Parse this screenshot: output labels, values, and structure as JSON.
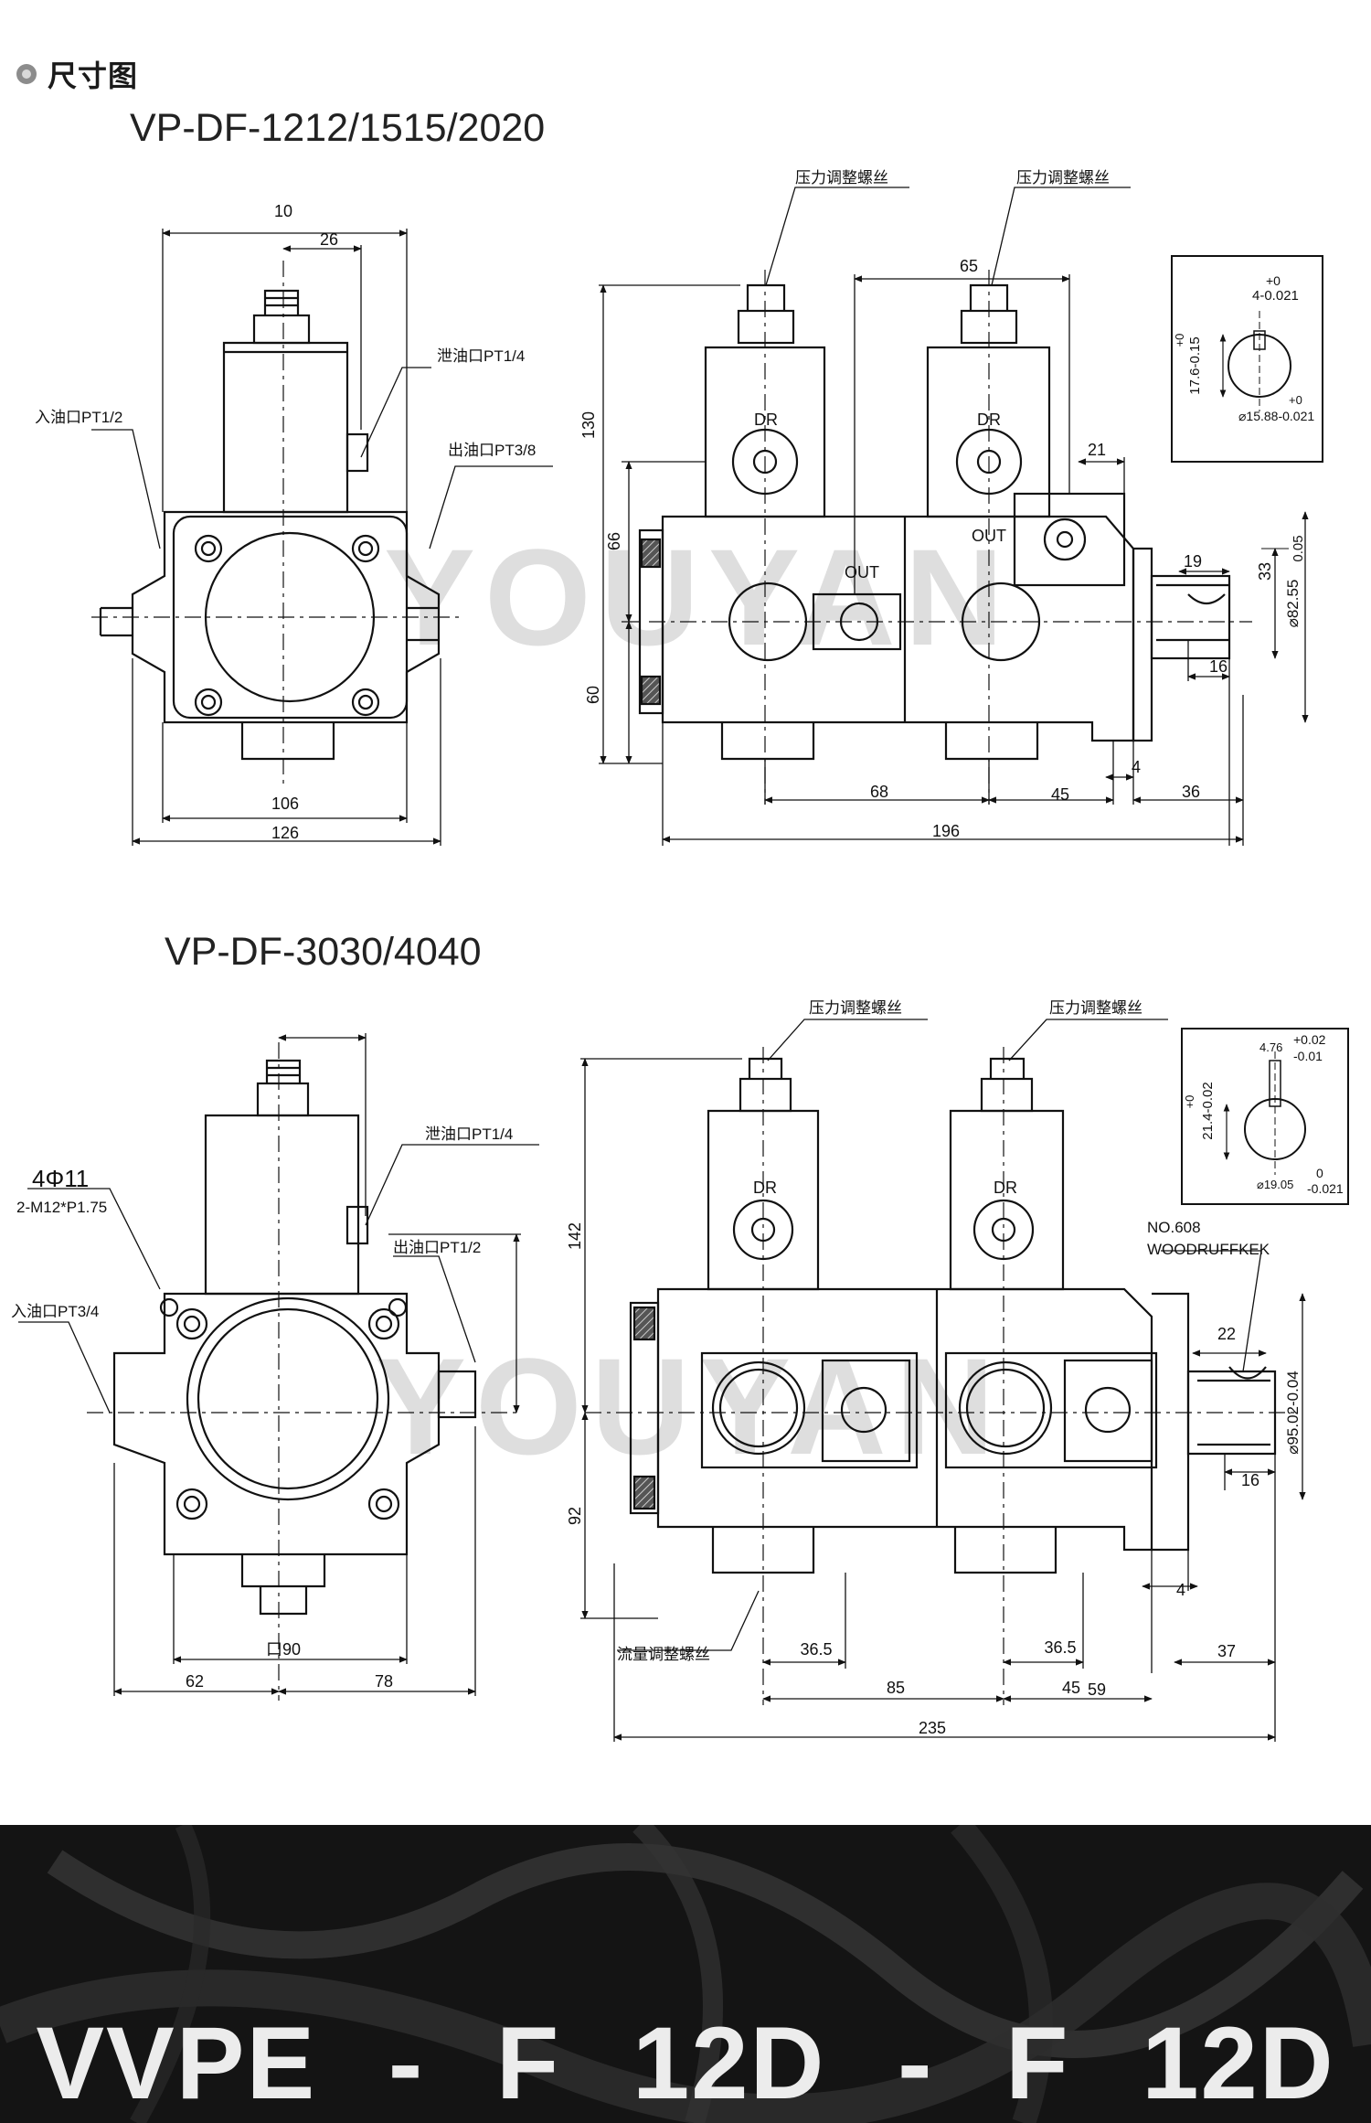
{
  "header": {
    "title": "尺寸图"
  },
  "watermark": "YOUYAN",
  "diagram1": {
    "model": "VP-DF-1212/1515/2020",
    "labels": {
      "inlet": "入油口PT1/2",
      "drain": "泄油口PT1/4",
      "outlet": "出油口PT3/8",
      "pressure_screw": "压力调整螺丝",
      "dr": "DR",
      "out": "OUT"
    },
    "dims": {
      "d10": "10",
      "d26": "26",
      "d106": "106",
      "d126": "126",
      "d130": "130",
      "d66": "66",
      "d60": "60",
      "d65": "65",
      "d21": "21",
      "d19": "19",
      "d33": "33",
      "d16": "16",
      "d68": "68",
      "d45": "45",
      "d4": "4",
      "d36": "36",
      "d196": "196",
      "shaft": "⌀82.55",
      "shaft_tol": "0.05",
      "key_top": "+0",
      "key_width": "4-0.021",
      "key_side": "17.6-0.15",
      "key_side_plus": "+0",
      "key_bottom_plus": "+0",
      "key_bottom": "⌀15.88-0.021"
    }
  },
  "diagram2": {
    "model": "VP-DF-3030/4040",
    "labels": {
      "bolts": "4Φ11",
      "bolts_thread": "2-M12*P1.75",
      "inlet": "入油口PT3/4",
      "drain": "泄油口PT1/4",
      "outlet": "出油口PT1/2",
      "pressure_screw": "压力调整螺丝",
      "flow_screw": "流量调整螺丝",
      "dr": "DR",
      "woodruff_no": "NO.608",
      "woodruff": "WOODRUFFKEK"
    },
    "dims": {
      "square": "口90",
      "d62": "62",
      "d78": "78",
      "d142": "142",
      "d92": "92",
      "d22": "22",
      "d16": "16",
      "d4": "4",
      "d365a": "36.5",
      "d365b": "36.5",
      "d37": "37",
      "d85": "85",
      "d45": "45",
      "d59": "59",
      "d235": "235",
      "shaft": "⌀95.02-0.04",
      "key_top_plus": "+0.02",
      "key_width": "4.76",
      "key_top_minus": "-0.01",
      "key_side": "21.4-0.02",
      "key_side_plus": "+0",
      "key_bottom": "⌀19.05",
      "key_bottom_zero": "0",
      "key_bottom_minus": "-0.021"
    }
  },
  "banner": {
    "segments": [
      "VVPE",
      "-",
      "F",
      "12D",
      "-",
      "F",
      "12D"
    ]
  }
}
